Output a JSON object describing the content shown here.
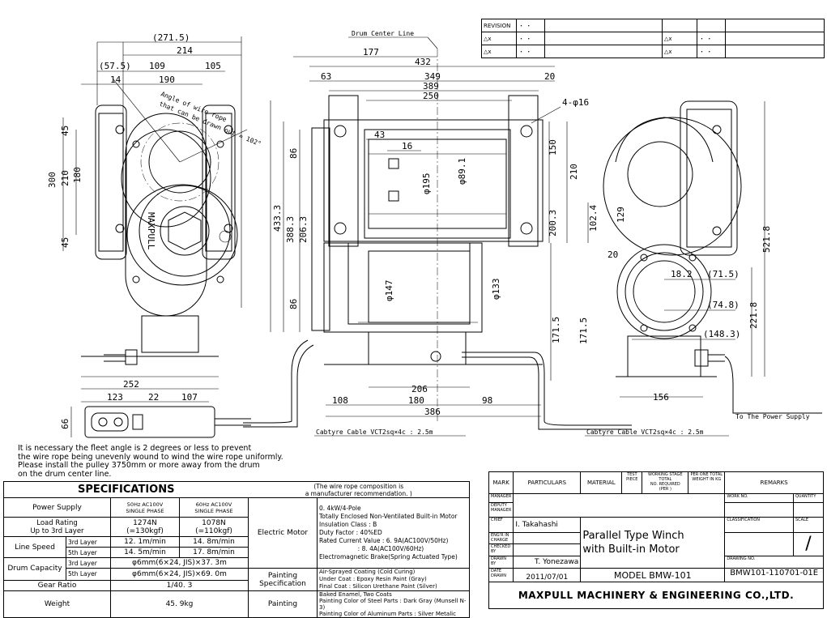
{
  "revision": {
    "header": "REVISION",
    "rows": [
      {
        "left_mark": "△x",
        "left_date": "・ ・",
        "right_mark": "△x",
        "right_date": "・ ・"
      },
      {
        "left_mark": "△x",
        "left_date": "・ ・",
        "right_mark": "△x",
        "right_date": "・ ・"
      }
    ],
    "first_date": "・ ・"
  },
  "front_view": {
    "brand_text": "MAXPULL",
    "dimensions": {
      "overall_width": "(271.5)",
      "width_214": "214",
      "width_57_5": "(57.5)",
      "width_109": "109",
      "width_105": "105",
      "width_14": "14",
      "width_190": "190",
      "height_300": "300",
      "height_210": "210",
      "height_180": "180",
      "height_45_top": "45",
      "height_45_bottom": "45"
    },
    "rope_angle_note": [
      "Angle of wire rope",
      "that can be drawn out = 102°"
    ]
  },
  "foot_view": {
    "dimensions": {
      "d252": "252",
      "d123": "123",
      "d22": "22",
      "d107": "107",
      "d66": "66"
    }
  },
  "side_view": {
    "drum_center_line": "Drum Center Line",
    "dimensions": {
      "d177": "177",
      "d432": "432",
      "d63": "63",
      "d349": "349",
      "d20": "20",
      "d389": "389",
      "d250": "250",
      "bolt": "4-φ16",
      "d43": "43",
      "d16": "16",
      "d195": "φ195",
      "d89": "φ89.1",
      "d150": "150",
      "d210": "210",
      "d200": "200.3",
      "d86_top": "86",
      "d433": "433.3",
      "d388": "388.3",
      "d206v": "206.3",
      "d86_bot": "86",
      "d147": "φ147",
      "d133": "φ133",
      "d171": "171.5",
      "d206": "206",
      "d108": "108",
      "d180": "180",
      "d98": "98",
      "d386": "386"
    },
    "cable_label": "Cabtyre Cable VCT2sq×4c : 2.5m"
  },
  "end_view": {
    "dimensions": {
      "d102": "102.4",
      "d129": "129",
      "d20": "20",
      "d18": "18.2",
      "d71": "(71.5)",
      "d74": "(74.8)",
      "d148": "(148.3)",
      "d171": "171.5",
      "d221": "221.8",
      "d521": "521.8",
      "d156": "156"
    },
    "cable_label": "Cabtyre Cable VCT2sq×4c : 2.5m",
    "power_label": "To The Power Supply"
  },
  "notes": [
    "It is necessary the fleet angle is 2 degrees or less to prevent",
    "the wire rope being unevenly wound to wind the wire rope uniformly.",
    "Please install the pulley 3750mm or more away from the drum",
    "on the drum center line."
  ],
  "specifications": {
    "title": "SPECIFICATIONS",
    "wire_note": [
      "(The wire rope composition is",
      "a manufacturer recommendation. )"
    ],
    "power_supply_label": "Power Supply",
    "col_50hz": [
      "50Hz AC100V",
      "SINGLE PHASE"
    ],
    "col_60hz": [
      "60Hz AC100V",
      "SINGLE PHASE"
    ],
    "load_rating_label": [
      "Load Rating",
      "Up to 3rd Layer"
    ],
    "load_50": [
      "1274N",
      "(=130kgf)"
    ],
    "load_60": [
      "1078N",
      "(=110kgf)"
    ],
    "line_speed_label": "Line Speed",
    "layer_3rd": "3rd Layer",
    "layer_5th": "5th Layer",
    "speed_3_50": "12. 1m/min",
    "speed_3_60": "14. 8m/min",
    "speed_5_50": "14. 5m/min",
    "speed_5_60": "17. 8m/min",
    "drum_capacity_label": "Drum Capacity",
    "cap_3": "φ6mm(6×24, JIS)×37. 3m",
    "cap_5": "φ6mm(6×24, JIS)×69. 0m",
    "gear_ratio_label": "Gear Ratio",
    "gear_ratio": "1/40. 3",
    "weight_label": "Weight",
    "weight": "45. 9kg",
    "electric_motor_label": "Electric Motor",
    "motor_lines": [
      "0. 4kW/4-Pole",
      "Totally Enclosed Non-Ventilated Built-in Motor",
      "Insulation Class : B",
      "Duty Factor : 40%ED",
      "Rated Current Value : 6. 9A(AC100V/50Hz)",
      "                    : 8. 4A(AC100V/60Hz)",
      "Electromagnetic Brake(Spring Actuated Type)"
    ],
    "painting_spec_label": [
      "Painting",
      "Specification"
    ],
    "painting_spec_lines": [
      "Air-Sprayed Coating (Cold Curing)",
      "Under Coat : Epoxy Resin Paint (Gray)",
      "Final Coat : Silicon Urethane Paint (Silver)"
    ],
    "painting_label": "Painting",
    "painting_lines": [
      "Baked Enamel, Two Coats",
      "Painting Color of Steel Parts : Dark Gray (Munsell N-3)",
      "Painting Color of Aluminum Parts : Silver Metalic"
    ]
  },
  "title_block": {
    "headers": {
      "mark": "MARK",
      "particulars": "PARTICULARS",
      "material": "MATERIAL",
      "test_piece": [
        "TEST",
        "PIECE"
      ],
      "working": [
        "WORKING",
        "NO."
      ],
      "stage": [
        "STAGE",
        "REQUIRED",
        "(PER"
      ],
      "total": [
        "TOTAL",
        ")"
      ],
      "per_one": [
        "PER ONE",
        "WEIGHT IN"
      ],
      "total2": [
        "TOTAL",
        "KG"
      ],
      "remarks": "REMARKS"
    },
    "row_labels": [
      "MANAGER",
      "DEPUTY MANAGER",
      "CHIEF",
      "ENG'R IN CHARGE",
      "CHECKED BY",
      "DRAWN BY",
      "DATE DRAWN"
    ],
    "chief": "I. Takahashi",
    "drawn_by": "T. Yonezawa",
    "date_drawn": "2011/07/01",
    "work_no_label": "WORK NO.",
    "quantity_label": "QUANTITY",
    "classification_label": "CLASSIFICATION",
    "scale_label": "SCALE",
    "scale_value": "/",
    "drawing_no_label": "DRAWING NO.",
    "drawing_no": "BMW101-110701-01E",
    "title": [
      "Parallel Type Winch",
      "with Built-in Motor"
    ],
    "model": "MODEL BMW-101",
    "company": "MAXPULL MACHINERY & ENGINEERING CO.,LTD."
  }
}
